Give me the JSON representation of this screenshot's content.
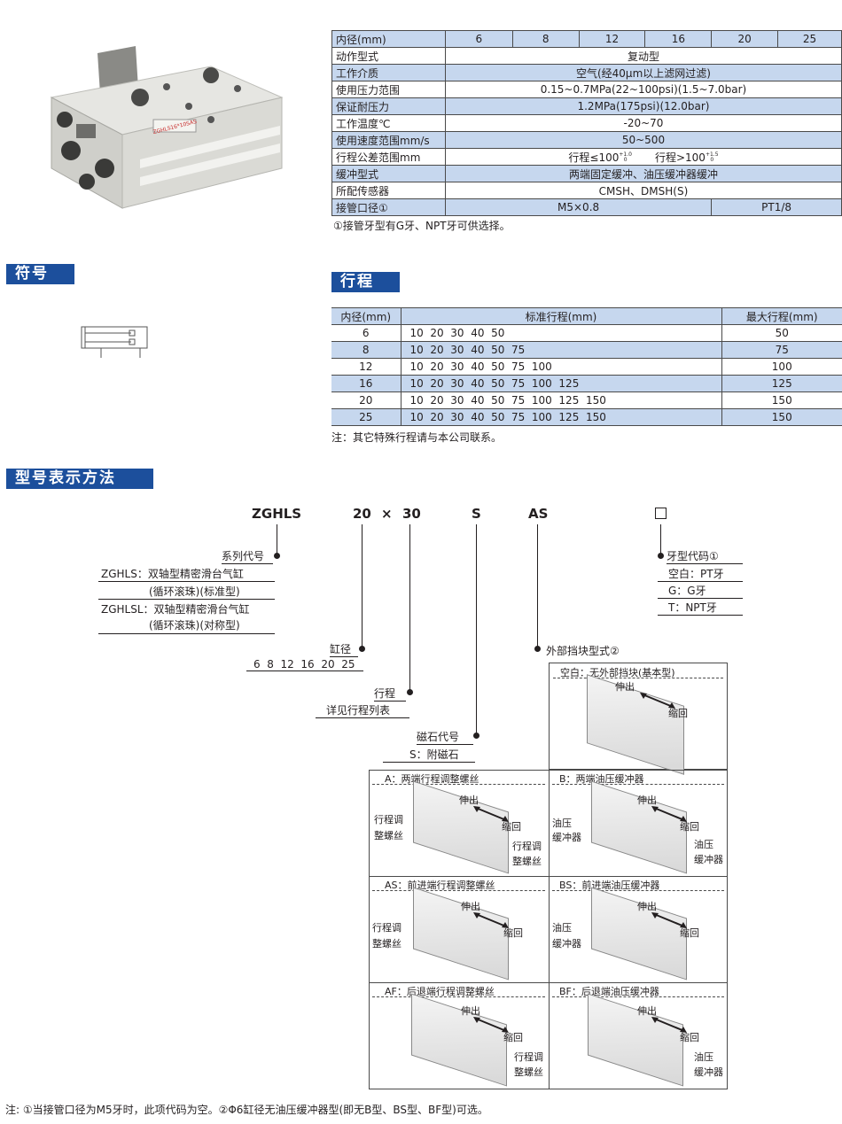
{
  "spec": {
    "header": [
      "内径(mm)",
      "6",
      "8",
      "12",
      "16",
      "20",
      "25"
    ],
    "rows": [
      {
        "label": "动作型式",
        "value": "复动型"
      },
      {
        "label": "工作介质",
        "value": "空气(经40μm以上滤网过滤)"
      },
      {
        "label": "使用压力范围",
        "value": "0.15~0.7MPa(22~100psi)(1.5~7.0bar)"
      },
      {
        "label": "保证耐压力",
        "value": "1.2MPa(175psi)(12.0bar)"
      },
      {
        "label": "工作温度℃",
        "value": "-20~70"
      },
      {
        "label": "使用速度范围mm/s",
        "value": "50~500"
      },
      {
        "label": "行程公差范围mm",
        "value_a": "行程≤100",
        "sup_a": "+1.0",
        "sub_a": "0",
        "value_b": "行程>100",
        "sup_b": "+1.5",
        "sub_b": "0"
      },
      {
        "label": "缓冲型式",
        "value": "两端固定缓冲、油压缓冲器缓冲"
      },
      {
        "label": "所配传感器",
        "value": "CMSH、DMSH(S)"
      },
      {
        "label": "接管口径①",
        "value_a": "M5×0.8",
        "value_b": "PT1/8"
      }
    ],
    "note": "①接管牙型有G牙、NPT牙可供选择。"
  },
  "product_label": "ZGHLS16*10SAS",
  "symbol_title": "符号",
  "stroke": {
    "title": "行程",
    "headers": [
      "内径(mm)",
      "标准行程(mm)",
      "最大行程(mm)"
    ],
    "rows": [
      [
        "6",
        "10  20  30  40  50",
        "50"
      ],
      [
        "8",
        "10  20  30  40  50  75",
        "75"
      ],
      [
        "12",
        "10  20  30  40  50  75  100",
        "100"
      ],
      [
        "16",
        "10  20  30  40  50  75  100  125",
        "125"
      ],
      [
        "20",
        "10  20  30  40  50  75  100  125  150",
        "150"
      ],
      [
        "25",
        "10  20  30  40  50  75  100  125  150",
        "150"
      ]
    ],
    "note": "注：其它特殊行程请与本公司联系。"
  },
  "model": {
    "title": "型号表示方法",
    "codes": {
      "series": "ZGHLS",
      "bore": "20",
      "times": "×",
      "stroke": "30",
      "magnet": "S",
      "stopper": "AS",
      "thread": "□"
    },
    "series_label": "系列代号",
    "series_items": [
      "ZGHLS：双轴型精密滑台气缸",
      "(循环滚珠)(标准型)",
      "ZGHLSL：双轴型精密滑台气缸",
      "(循环滚珠)(对称型)"
    ],
    "bore_label": "缸径",
    "bore_items": "6  8  12  16  20  25",
    "stroke_label": "行程",
    "stroke_items": "详见行程列表",
    "magnet_label": "磁石代号",
    "magnet_items": "S：附磁石",
    "thread_label": "牙型代码①",
    "thread_items": [
      "空白：PT牙",
      "G：G牙",
      "T：NPT牙"
    ],
    "stopper_label": "外部挡块型式②",
    "panels": {
      "blank": {
        "title": "空白：无外部挡块(基本型)",
        "extend": "伸出",
        "retract": "缩回"
      },
      "a": {
        "title": "A：两端行程调整螺丝",
        "extend": "伸出",
        "retract": "缩回",
        "left1": "行程调",
        "left2": "整螺丝",
        "right1": "行程调",
        "right2": "整螺丝"
      },
      "b": {
        "title": "B：两端油压缓冲器",
        "extend": "伸出",
        "retract": "缩回",
        "left1": "油压",
        "left2": "缓冲器",
        "right1": "油压",
        "right2": "缓冲器"
      },
      "as": {
        "title": "AS：前进端行程调整螺丝",
        "extend": "伸出",
        "retract": "缩回",
        "left1": "行程调",
        "left2": "整螺丝"
      },
      "bs": {
        "title": "BS：前进端油压缓冲器",
        "extend": "伸出",
        "retract": "缩回",
        "left1": "油压",
        "left2": "缓冲器"
      },
      "af": {
        "title": "AF：后退端行程调整螺丝",
        "extend": "伸出",
        "retract": "缩回",
        "right1": "行程调",
        "right2": "整螺丝"
      },
      "bf": {
        "title": "BF：后退端油压缓冲器",
        "extend": "伸出",
        "retract": "缩回",
        "right1": "油压",
        "right2": "缓冲器"
      }
    },
    "footnote": "注: ①当接管口径为M5牙时，此项代码为空。②Φ6缸径无油压缓冲器型(即无B型、BS型、BF型)可选。"
  },
  "colors": {
    "accent": "#1c4f9c",
    "row_blue": "#c6d7ee"
  }
}
